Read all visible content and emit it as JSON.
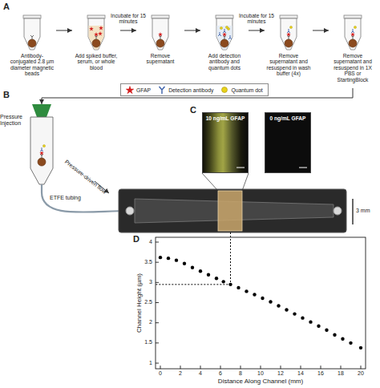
{
  "diagram": {
    "nodes": [
      {
        "text": [
          "Antibody-conjugated 2.8 µm diameter magnetic beads"
        ]
      },
      {
        "text": [
          "Add spiked buffer, serum, or whole blood"
        ]
      },
      {
        "text": [
          "Remove supernatant"
        ]
      },
      {
        "text": [
          "Add detection antibody and quantum dots"
        ]
      },
      {
        "text": [
          "Remove supernatant and resuspend in wash buffer (4x)"
        ]
      },
      {
        "text": [
          "Remove supernatant and resuspend in 1X PBS or StartingBlock"
        ]
      },
      {
        "text": [
          "Pressure Injection"
        ]
      },
      {
        "text": [
          "10 ng/mL GFAP"
        ]
      },
      {
        "text": [
          "0 ng/mL GFAP"
        ]
      }
    ],
    "edges": [
      {
        "from": 0,
        "to": 1,
        "arrow": "to"
      },
      {
        "from": 1,
        "to": 2,
        "label": "Incubate for 15 minutes",
        "arrow": "to"
      },
      {
        "from": 2,
        "to": 3,
        "arrow": "to"
      },
      {
        "from": 3,
        "to": 4,
        "label": "Incubate for 15 minutes",
        "arrow": "to"
      },
      {
        "from": 4,
        "to": 5,
        "arrow": "to"
      },
      {
        "from": 5,
        "to": 6,
        "arrow": "to"
      }
    ],
    "labels": [
      "A",
      "B",
      "C",
      "D",
      "ETFE tubing",
      "Pressure-driven flow",
      "3 mm",
      "Channel Height (µm)",
      "Distance Along Channel (mm)",
      "1",
      "1.5",
      "2",
      "2.5",
      "3",
      "3.5",
      "4",
      "0",
      "2",
      "4",
      "6",
      "8",
      "10",
      "12",
      "14",
      "16",
      "18",
      "20"
    ],
    "legend": [
      {
        "text": "GFAP"
      },
      {
        "text": "Detection antibody"
      },
      {
        "text": "Quantum dot"
      }
    ]
  }
}
